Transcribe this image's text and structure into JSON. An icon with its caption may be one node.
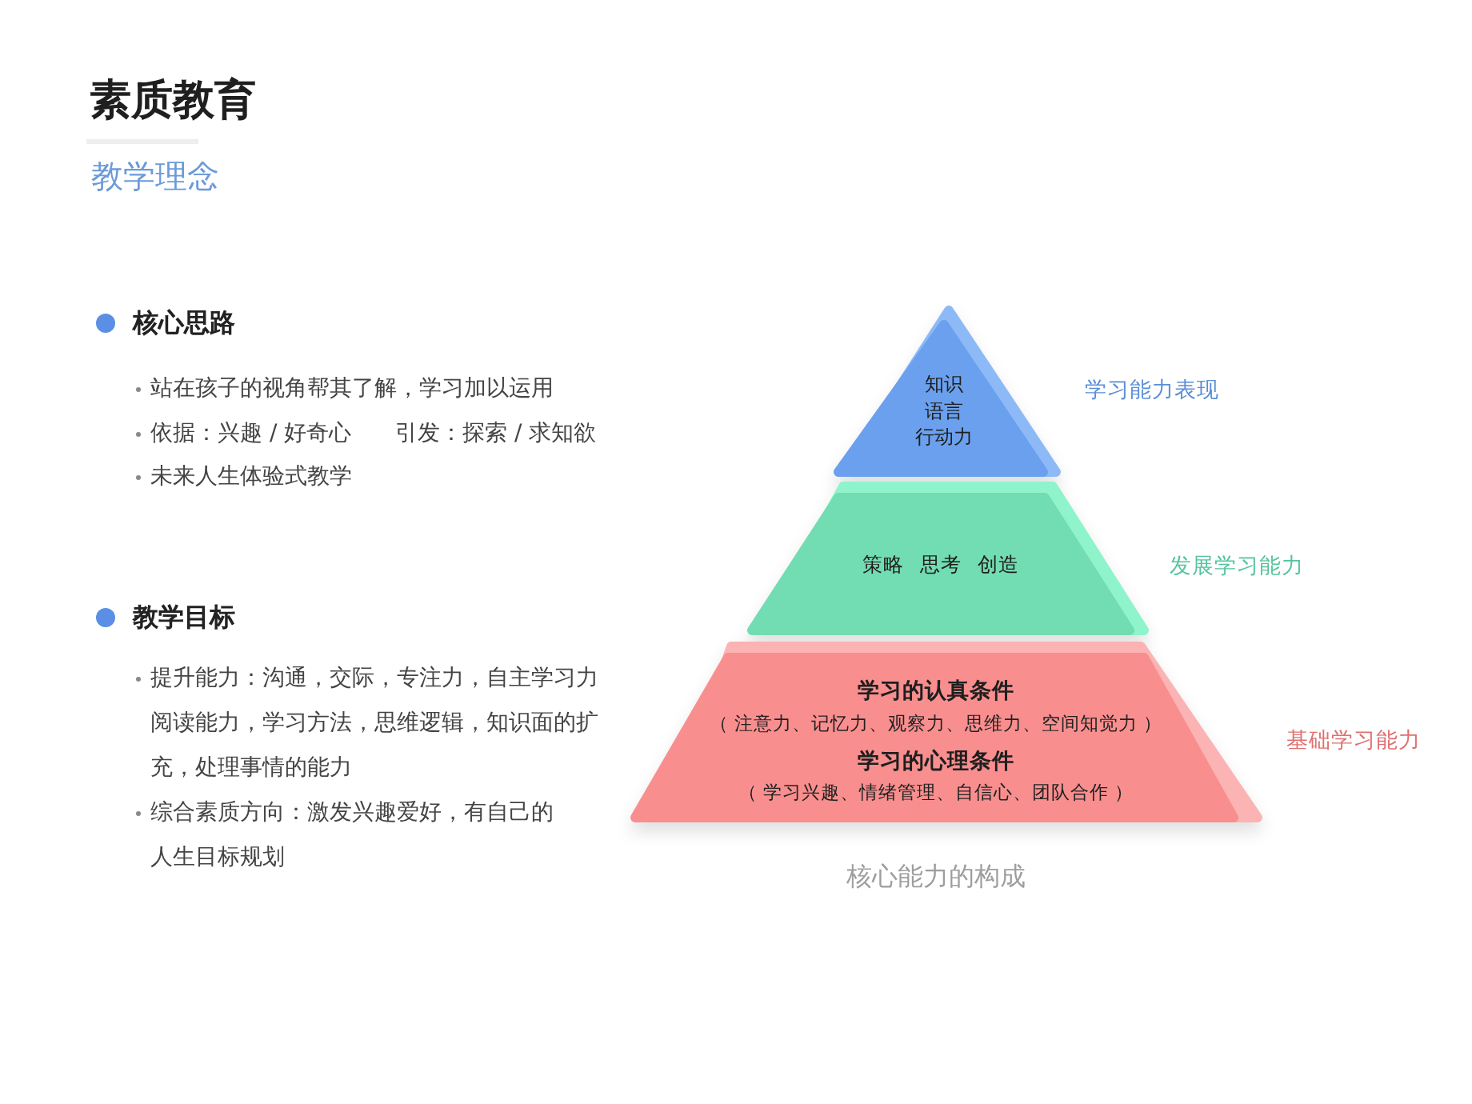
{
  "diagram": {
    "title": "素质教育",
    "caption": "核心能力的构成",
    "nodes": [
      {
        "text": [
          "知识",
          "语言",
          "行动力"
        ],
        "beside": [
          "学习能力表现"
        ]
      },
      {
        "text": [
          "策略 思考 创造"
        ],
        "beside": [
          "发展学习能力"
        ]
      },
      {
        "text": [
          "学习的认真条件",
          "（ 注意力、记忆力、观察力、思维力、空间知觉力 ）",
          "学习的心理条件",
          "（ 学习兴趣、情绪管理、自信心、团队合作 ）"
        ],
        "beside": [
          "基础学习能力"
        ]
      }
    ],
    "labels": [
      "教学理念",
      "核心思路",
      "站在孩子的视角帮其了解，学习加以运用",
      "依据：兴趣 / 好奇心",
      "引发：探索 / 求知欲",
      "未来人生体验式教学",
      "教学目标",
      "提升能力：沟通，交际，专注力，自主学习力阅读能力，学习方法，思维逻辑，知识面的扩充，处理事情的能力",
      "综合素质方向：激发兴趣爱好，有自己的人生目标规划"
    ]
  }
}
